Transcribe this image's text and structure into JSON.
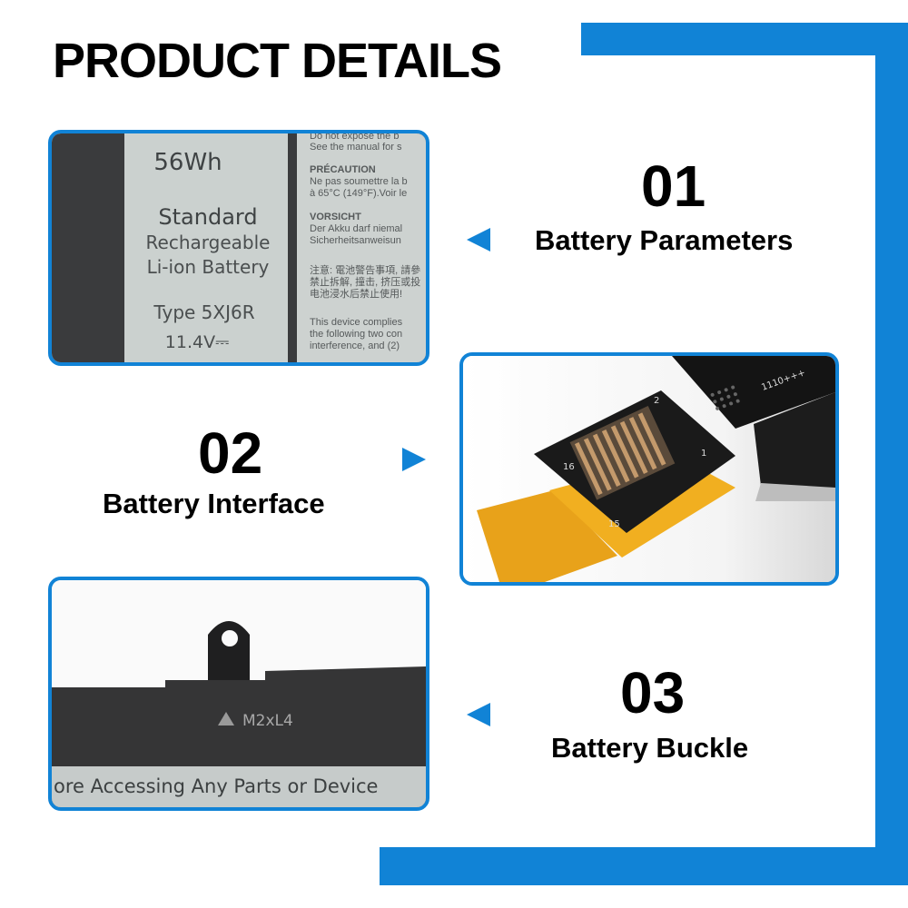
{
  "title": "PRODUCT DETAILS",
  "accent_color": "#1183d6",
  "sections": [
    {
      "number": "01",
      "label": "Battery Parameters",
      "photo": {
        "capacity": "56Wh",
        "standard": "Standard",
        "line1": "Rechargeable",
        "line2": "Li-ion Battery",
        "type": "Type 5XJ6R",
        "voltage": "11.4V⎓",
        "r0": "Do not expose the b",
        "r1": "See the manual for s",
        "r2": "PRÉCAUTION",
        "r3": "Ne pas soumettre la b",
        "r4": "à 65°C (149°F).Voir le",
        "r5": "VORSICHT",
        "r6": "Der Akku darf niemal",
        "r7": "Sicherheitsanweisun",
        "r8": "注意: 電池警告事項, 請參",
        "r9": "禁止拆解, 撞击, 挤压或投",
        "r10": "电池浸水后禁止使用!",
        "r11": "This device complies",
        "r12": "the following two con",
        "r13": "interference, and (2)"
      }
    },
    {
      "number": "02",
      "label": "Battery Interface",
      "photo": {
        "pin_top": "2",
        "pin_right": "1",
        "pin_left": "16",
        "pin_bottom": "15",
        "cable_text": "1110+++"
      }
    },
    {
      "number": "03",
      "label": "Battery Buckle",
      "photo": {
        "screw": "M2xL4",
        "strip_text": "ore Accessing Any Parts or Device"
      }
    }
  ]
}
